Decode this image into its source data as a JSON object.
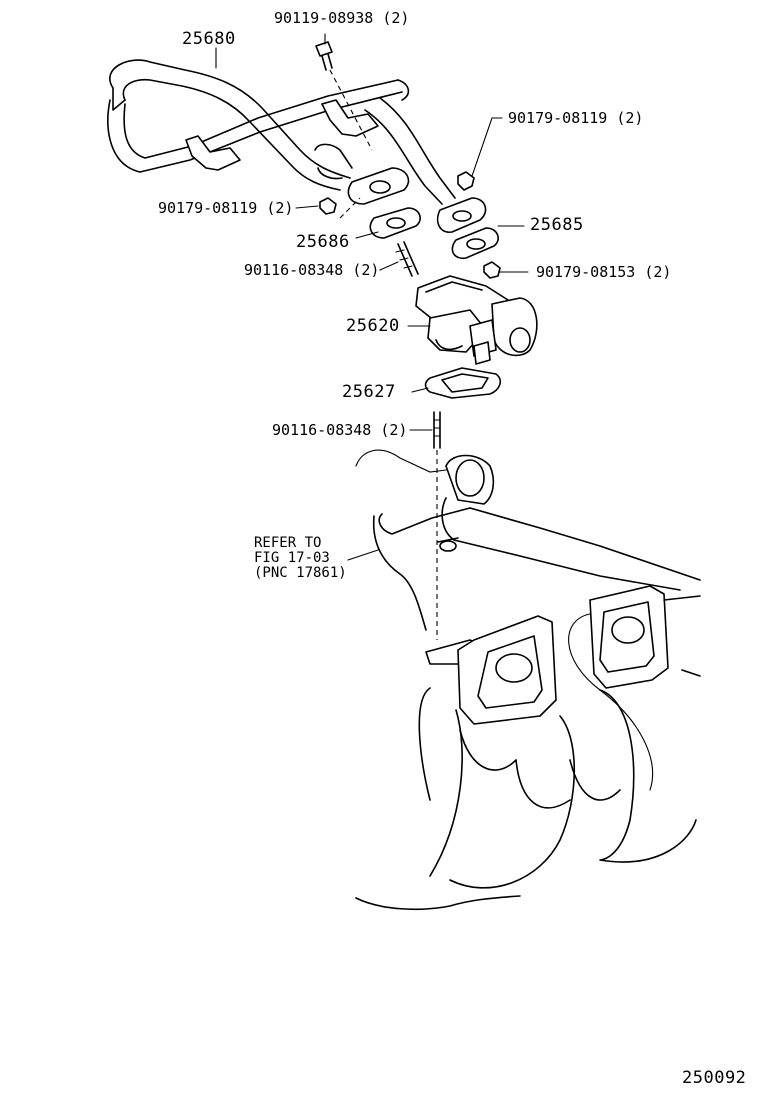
{
  "labels": {
    "pipe": "25680",
    "bolt_top": "90119-08938 (2)",
    "nut_right": "90179-08119 (2)",
    "nut_left": "90179-08119 (2)",
    "gasket_right": "25685",
    "gasket_left": "25686",
    "stud_upper": "90116-08348 (2)",
    "nut_valve": "90179-08153 (2)",
    "valve": "25620",
    "gasket_lower": "25627",
    "stud_lower": "90116-08348 (2)",
    "refer_line1": "REFER TO",
    "refer_line2": "FIG 17-03",
    "refer_line3": "(PNC 17861)",
    "figure_id": "250092"
  }
}
